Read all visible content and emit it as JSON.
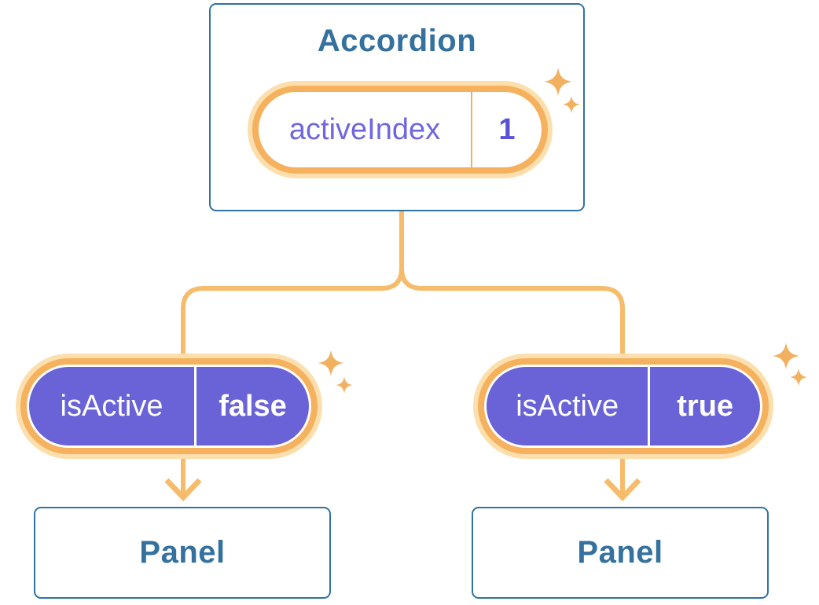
{
  "accordion": {
    "title": "Accordion",
    "state": {
      "name": "activeIndex",
      "value": "1"
    }
  },
  "children": [
    {
      "prop": {
        "name": "isActive",
        "value": "false"
      },
      "panel_label": "Panel"
    },
    {
      "prop": {
        "name": "isActive",
        "value": "true"
      },
      "panel_label": "Panel"
    }
  ],
  "colors": {
    "card_border_blue": "#2F73A3",
    "heading_blue": "#35719E",
    "pill_ring_orange": "#F5B15E",
    "pill_halo_orange": "#FCDFAD",
    "connector_orange": "#F6BC6B",
    "sparkle_orange": "#F2B161",
    "prop_pill_purple": "#6A63D8",
    "state_name_purple": "#7067DE",
    "state_value_indigo": "#5A52D3",
    "background": "#FFFFFF"
  }
}
